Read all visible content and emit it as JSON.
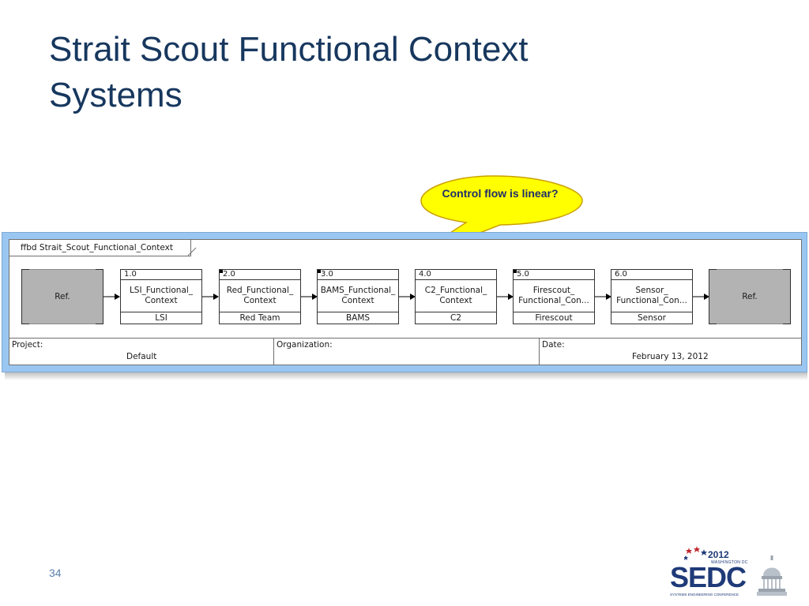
{
  "slide": {
    "title_line1": "Strait Scout Functional Context",
    "title_line2": "Systems",
    "page_number": "34"
  },
  "callout": {
    "text": "Control flow is linear?",
    "fill": "#ffff00",
    "stroke": "#c9a000"
  },
  "diagram": {
    "frame_color": "#9ac7f2",
    "tab_label": "ffbd Strait_Scout_Functional_Context",
    "ref_start": "Ref.",
    "ref_end": "Ref.",
    "functions": [
      {
        "number": "1.0",
        "name_lines": [
          "LSI_Functional_",
          "Context"
        ],
        "resource": "LSI",
        "marker": false
      },
      {
        "number": "2.0",
        "name_lines": [
          "Red_Functional_",
          "Context"
        ],
        "resource": "Red Team",
        "marker": true
      },
      {
        "number": "3.0",
        "name_lines": [
          "BAMS_Functional_",
          "Context"
        ],
        "resource": "BAMS",
        "marker": true
      },
      {
        "number": "4.0",
        "name_lines": [
          "C2_Functional_",
          "Context"
        ],
        "resource": "C2",
        "marker": false
      },
      {
        "number": "5.0",
        "name_lines": [
          "Firescout_",
          "Functional_Con..."
        ],
        "resource": "Firescout",
        "marker": true
      },
      {
        "number": "6.0",
        "name_lines": [
          "Sensor_",
          "Functional_Con..."
        ],
        "resource": "Sensor",
        "marker": false
      }
    ],
    "info": {
      "project_label": "Project:",
      "project_value": "Default",
      "organization_label": "Organization:",
      "date_label": "Date:",
      "date_value": "February 13, 2012"
    }
  },
  "logo": {
    "year": "2012",
    "city": "WASHINGTON DC",
    "wordmark": "SEDC",
    "tagline": "SYSTEMS ENGINEERING CONFERENCE",
    "color": "#1f3a78",
    "accent": "#c0282d"
  }
}
